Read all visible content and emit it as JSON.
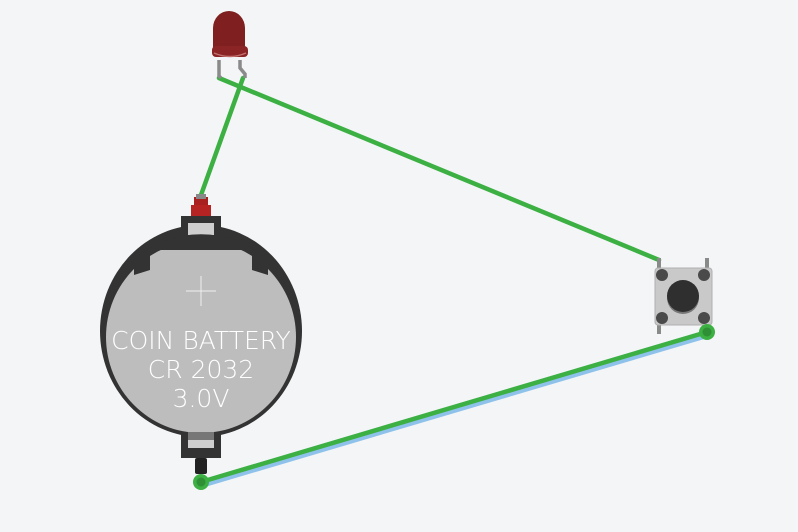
{
  "battery": {
    "line1": "COIN BATTERY",
    "line2": "CR 2032",
    "line3": "3.0V",
    "plus_symbol": "+"
  },
  "colors": {
    "background": "#f3f5f7",
    "wire": "#3cb043",
    "wire_highlight": "#8ec2ea",
    "led": "#7f1f1f",
    "battery_holder": "#333333",
    "battery_cell": "#bdbdbd"
  }
}
